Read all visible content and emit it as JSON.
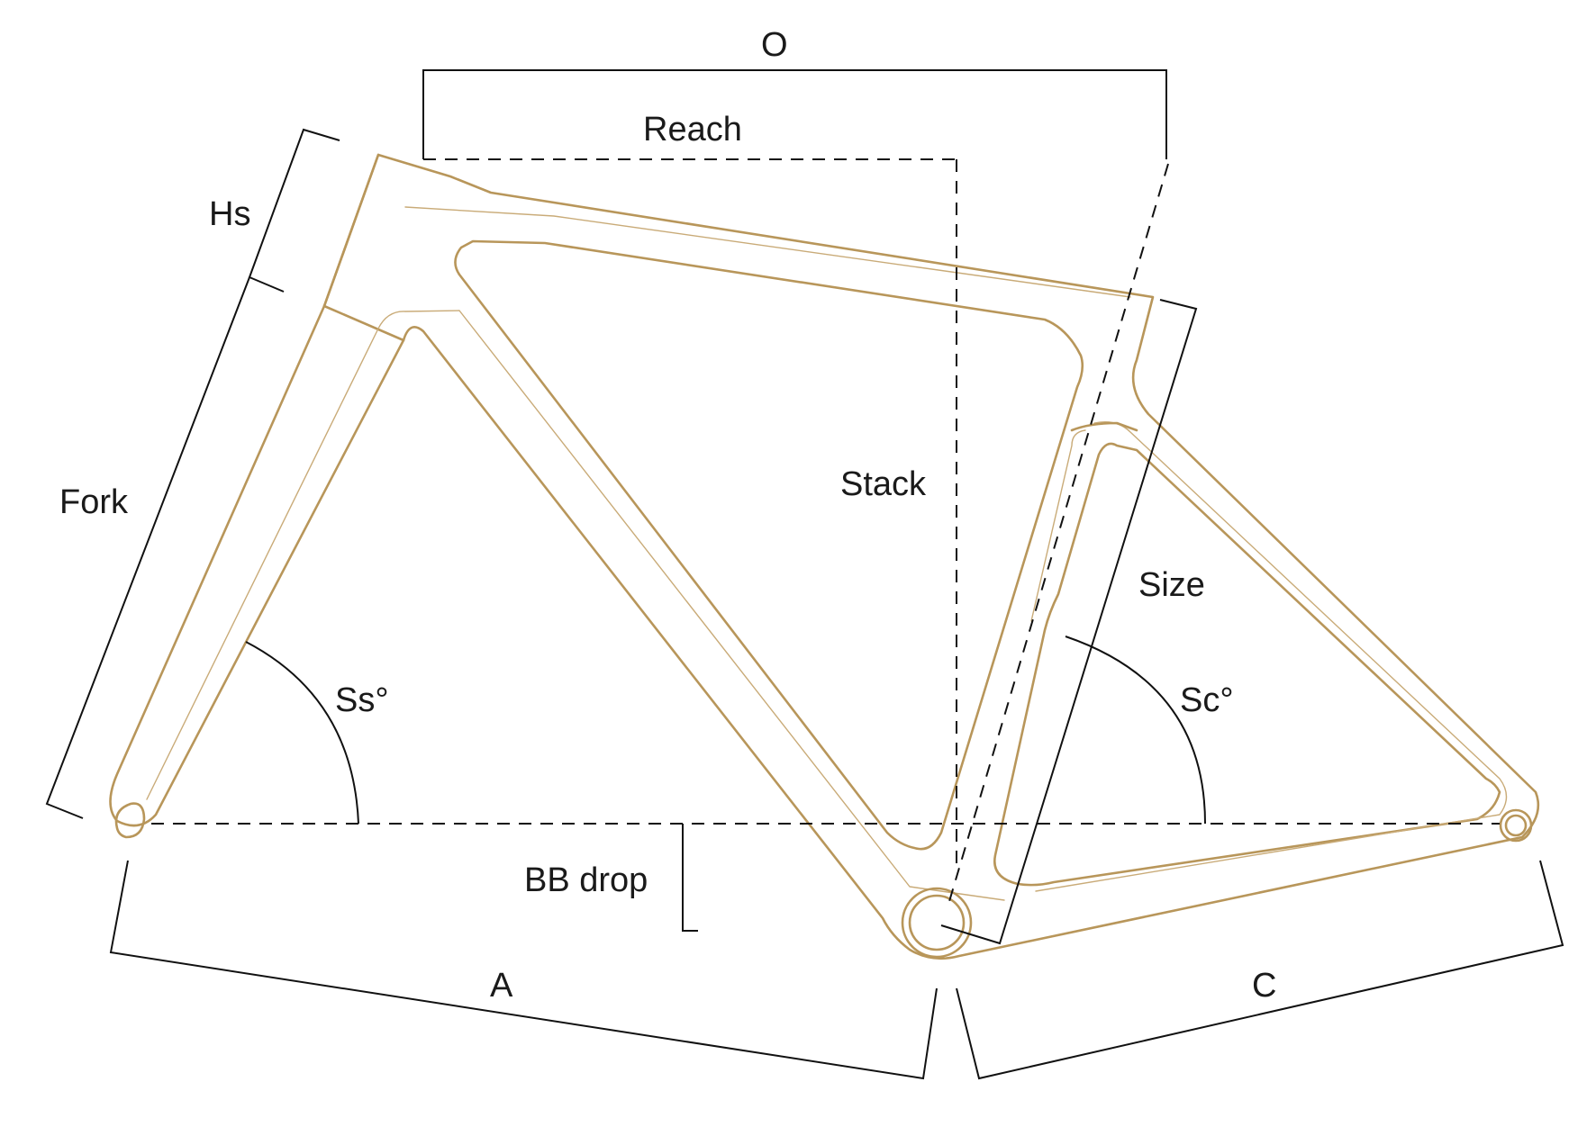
{
  "labels": {
    "o": "O",
    "reach": "Reach",
    "hs": "Hs",
    "fork": "Fork",
    "stack": "Stack",
    "size": "Size",
    "ss": "Ss°",
    "sc": "Sc°",
    "bb_drop": "BB drop",
    "a": "A",
    "c": "C"
  },
  "colors": {
    "frame": "#b8965a",
    "dimension_lines": "#111111"
  }
}
